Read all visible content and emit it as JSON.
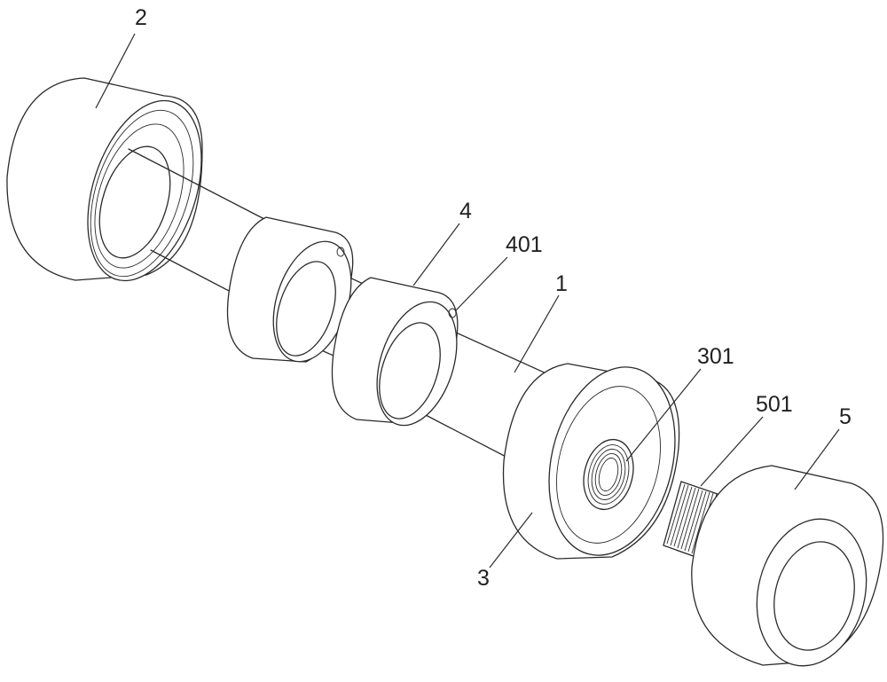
{
  "labels": {
    "l1": "1",
    "l2": "2",
    "l3": "3",
    "l4": "4",
    "l401": "401",
    "l301": "301",
    "l501": "501",
    "l5": "5"
  }
}
